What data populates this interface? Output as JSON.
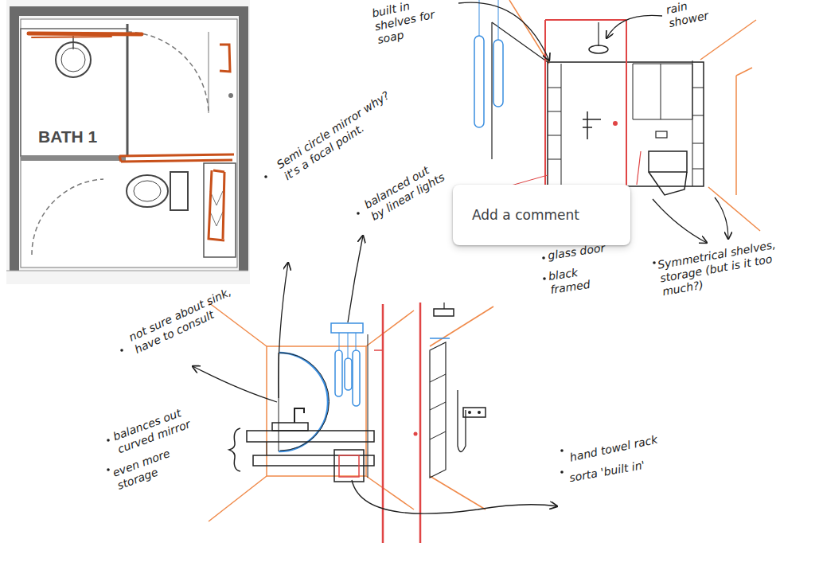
{
  "diagram": {
    "nodes": [
      {
        "text": [
          "Add a comment"
        ]
      }
    ],
    "labels": [
      "built in shelves for soap",
      "rain shower",
      "Semi circle mirror why? it's a focal point.",
      "balanced out by linear lights",
      "glass door",
      "black framed",
      "Symmetrical shelves, storage (but is it too much?)",
      "not sure about sink, have to consult",
      "balances out curved mirror",
      "even more storage",
      "hand towel rack",
      "sorta 'built in'",
      "BATH 1"
    ]
  }
}
